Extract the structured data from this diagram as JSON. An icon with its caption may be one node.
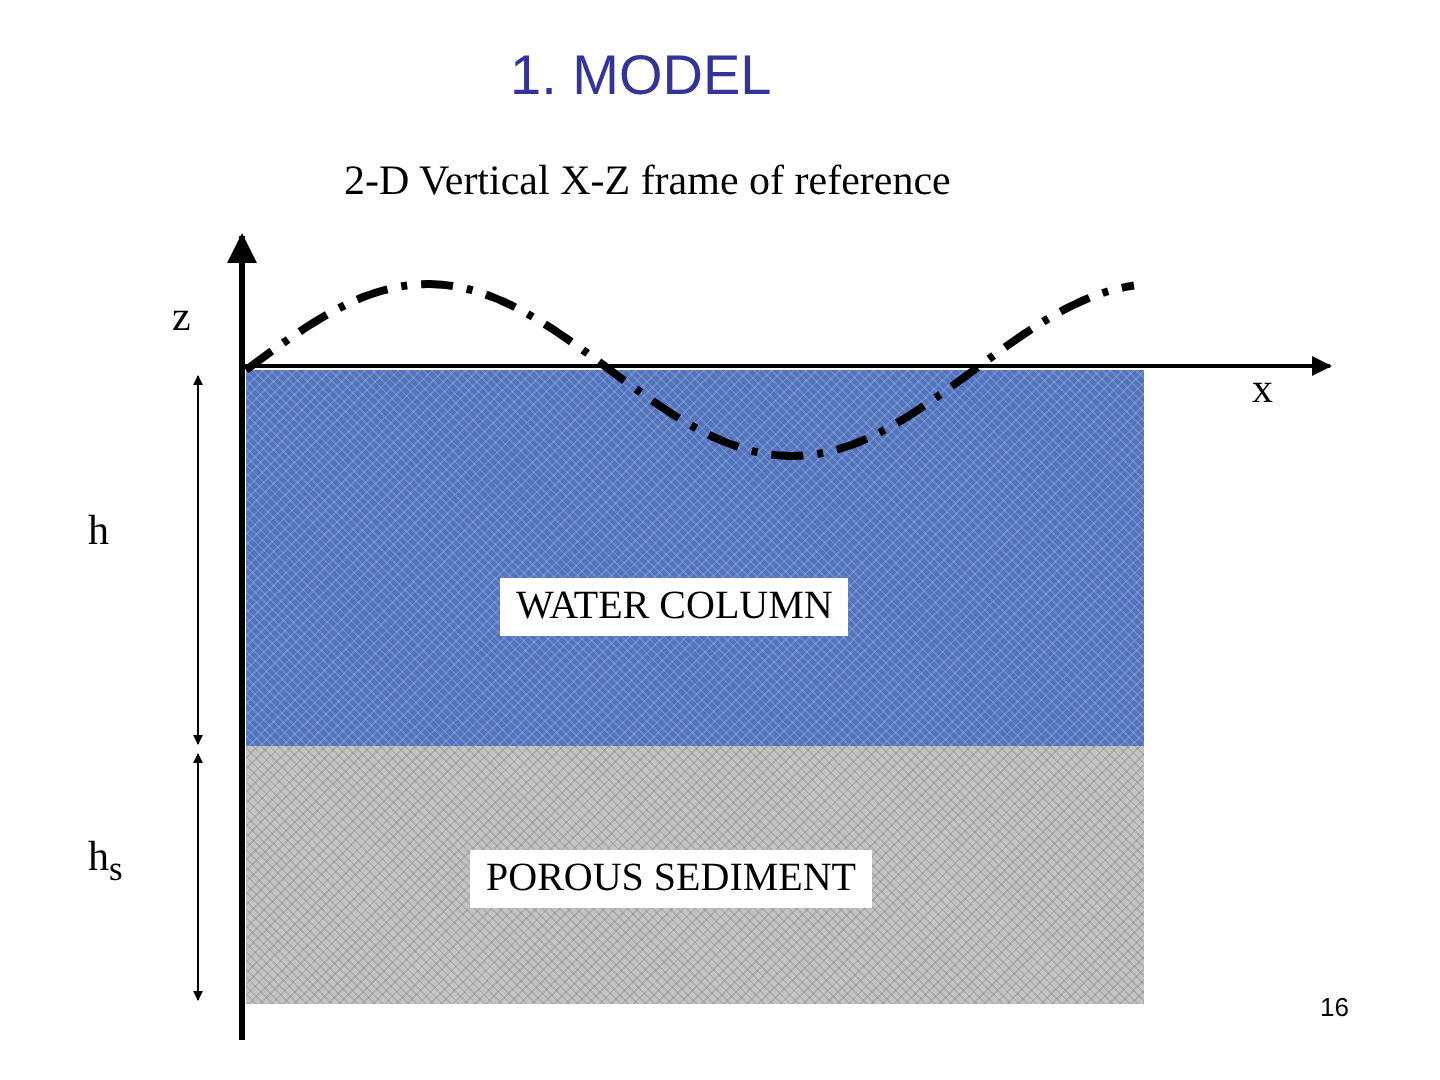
{
  "diagram": {
    "title": "1. MODEL",
    "nodes": [
      {
        "text": [
          "WATER COLUMN"
        ]
      },
      {
        "text": [
          "POROUS SEDIMENT"
        ]
      }
    ],
    "labels": [
      "2-D Vertical X-Z frame of reference",
      "z",
      "x",
      "h",
      "h$_{s}$",
      "16"
    ]
  }
}
